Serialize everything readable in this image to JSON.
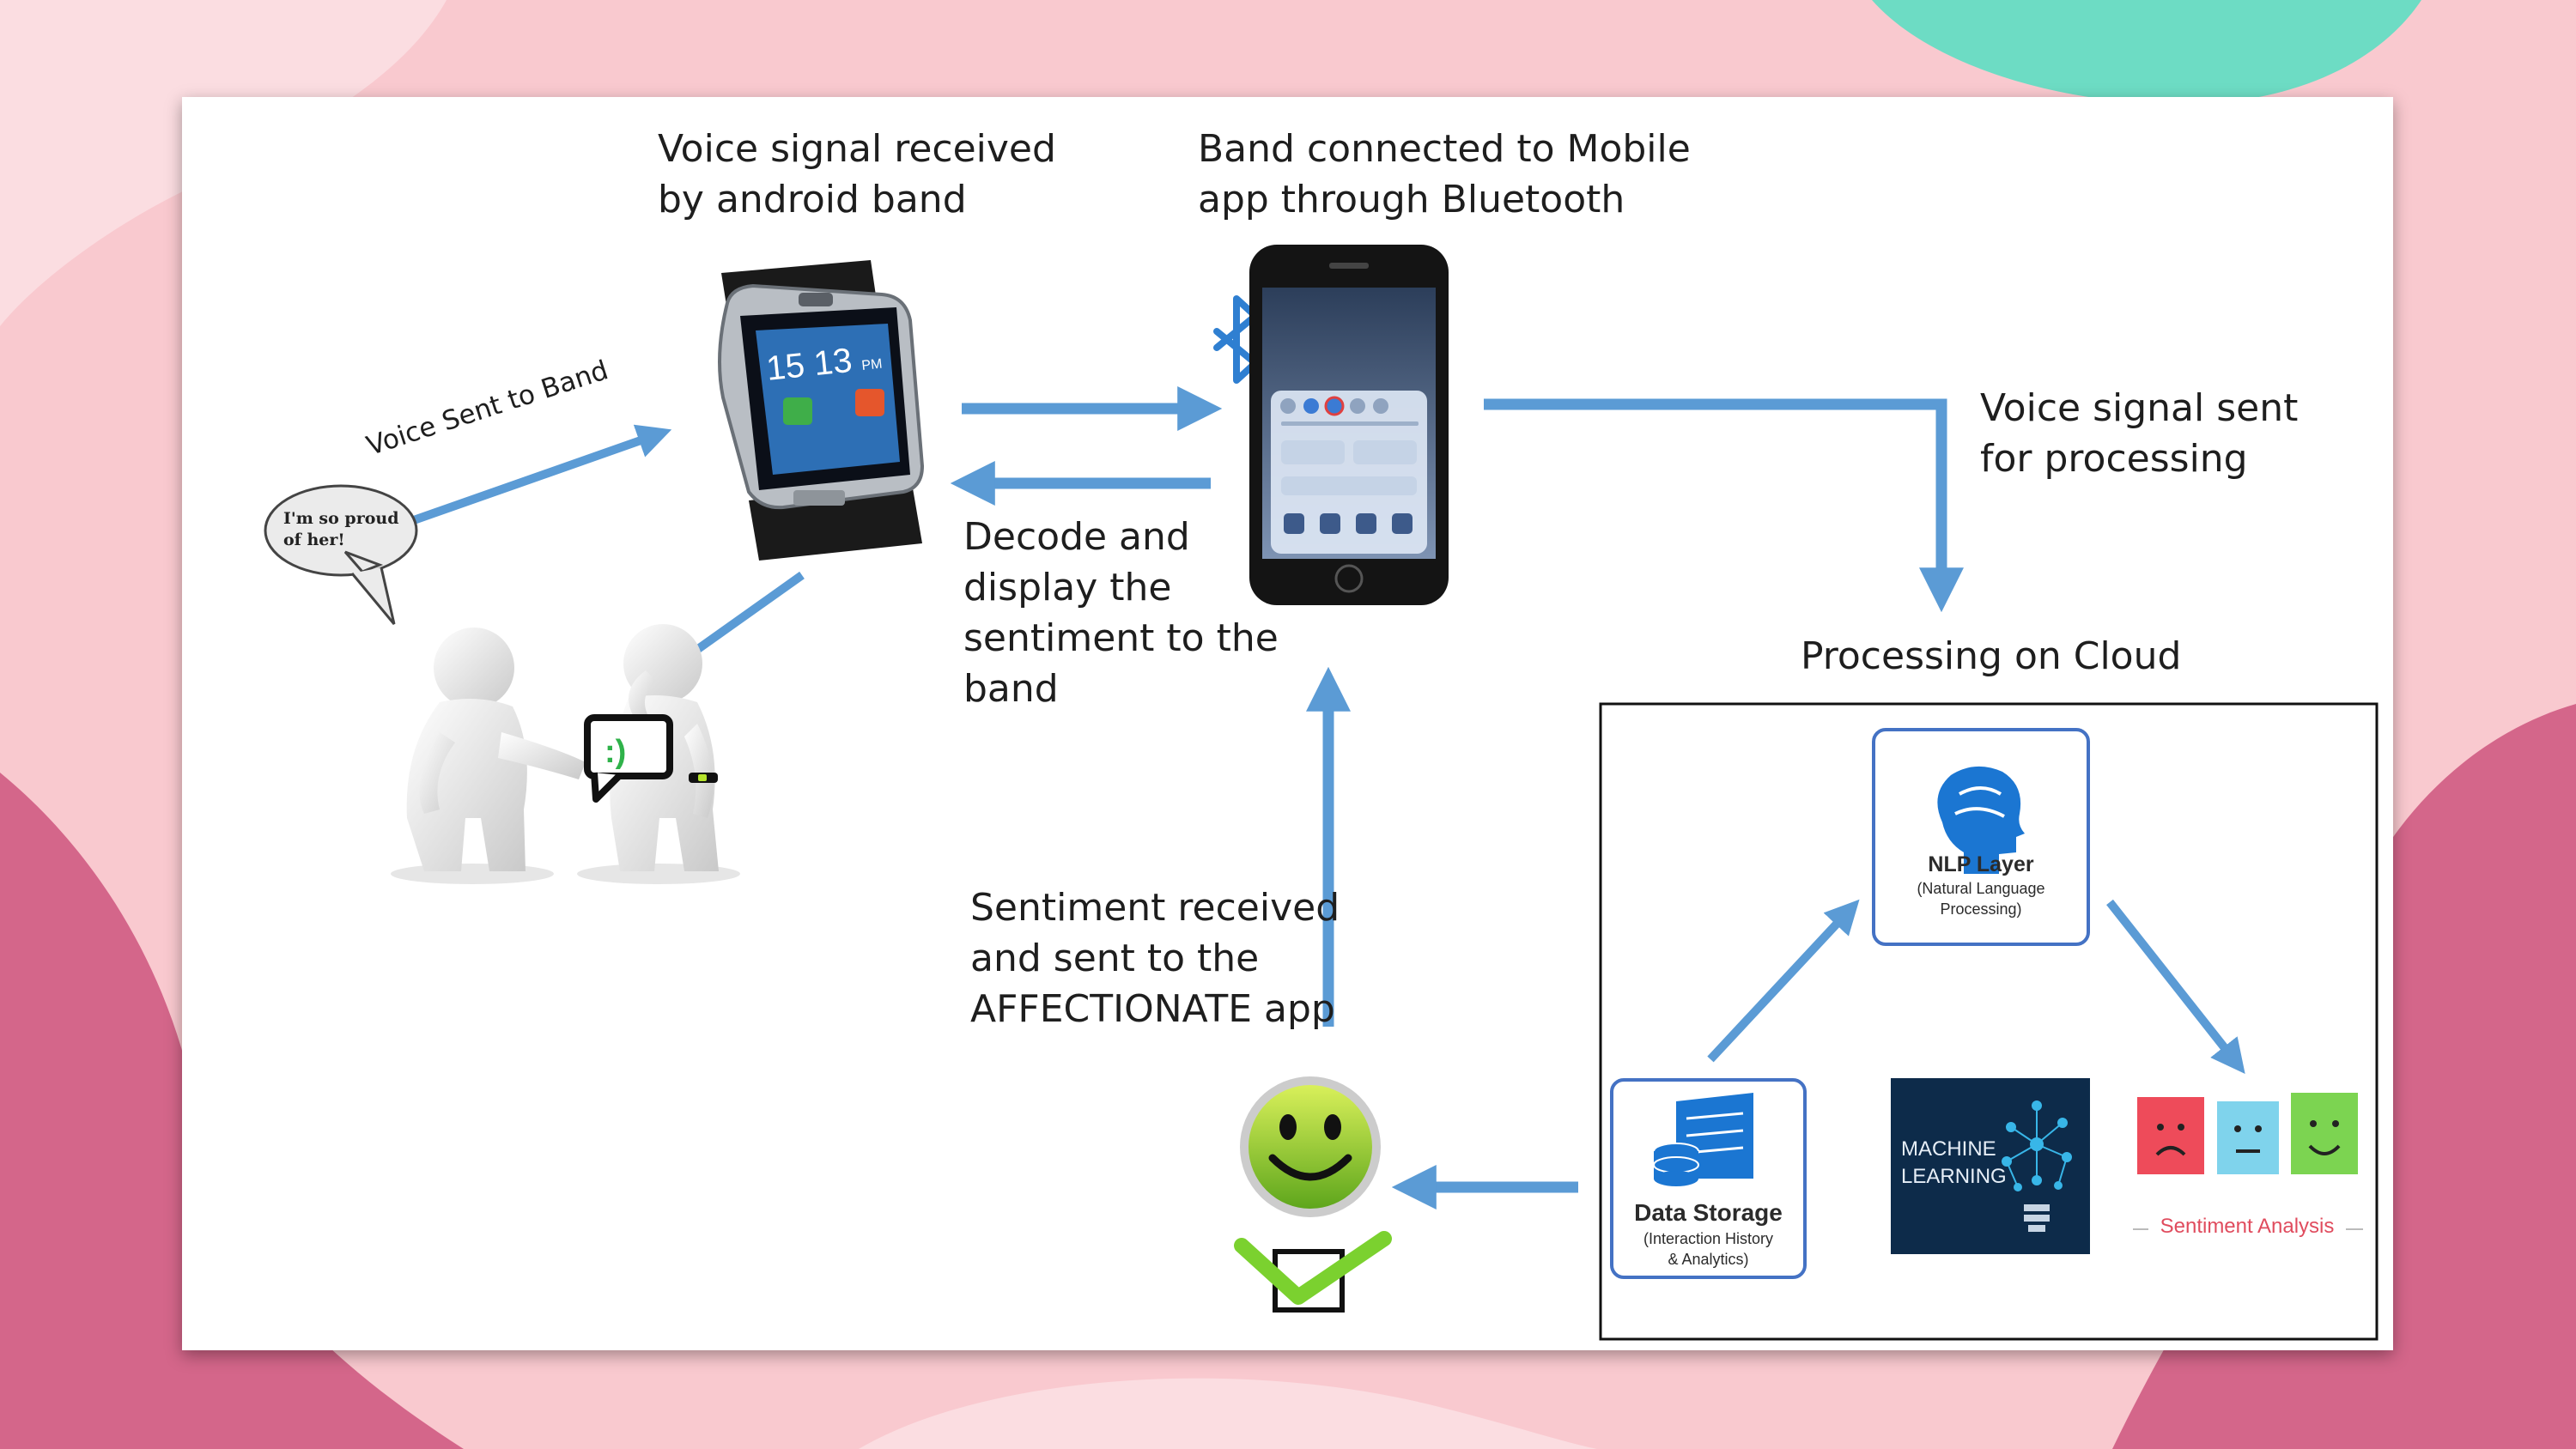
{
  "labels": {
    "voice_received": "Voice signal received\nby android band",
    "band_connected": "Band connected to Mobile\napp through Bluetooth",
    "voice_sent_band": "Voice Sent to Band",
    "speech": "I'm so proud\nof her!",
    "decode": "Decode and\ndisplay the\nsentiment to the\nband",
    "voice_processing": "Voice signal sent\nfor processing",
    "processing_cloud": "Processing on Cloud",
    "sentiment_received": "Sentiment received\nand sent to the\nAFFECTIONATE app"
  },
  "cloud": {
    "nlp_title": "NLP Layer",
    "nlp_sub": "(Natural Language\nProcessing)",
    "storage_title": "Data Storage",
    "storage_sub": "(Interaction History\n& Analytics)",
    "ml_text": "MACHINE\nLEARNING",
    "sentiment_analysis": "Sentiment Analysis"
  },
  "devices": {
    "watch_time": "15 13",
    "watch_pm": "PM",
    "emoji": ":)"
  },
  "colors": {
    "arrow": "#5b9bd5",
    "cloud_border": "#4472c4",
    "bg_pink": "#f9c9cf",
    "bg_rose": "#d4668a",
    "bg_teal": "#6ddcc4"
  }
}
